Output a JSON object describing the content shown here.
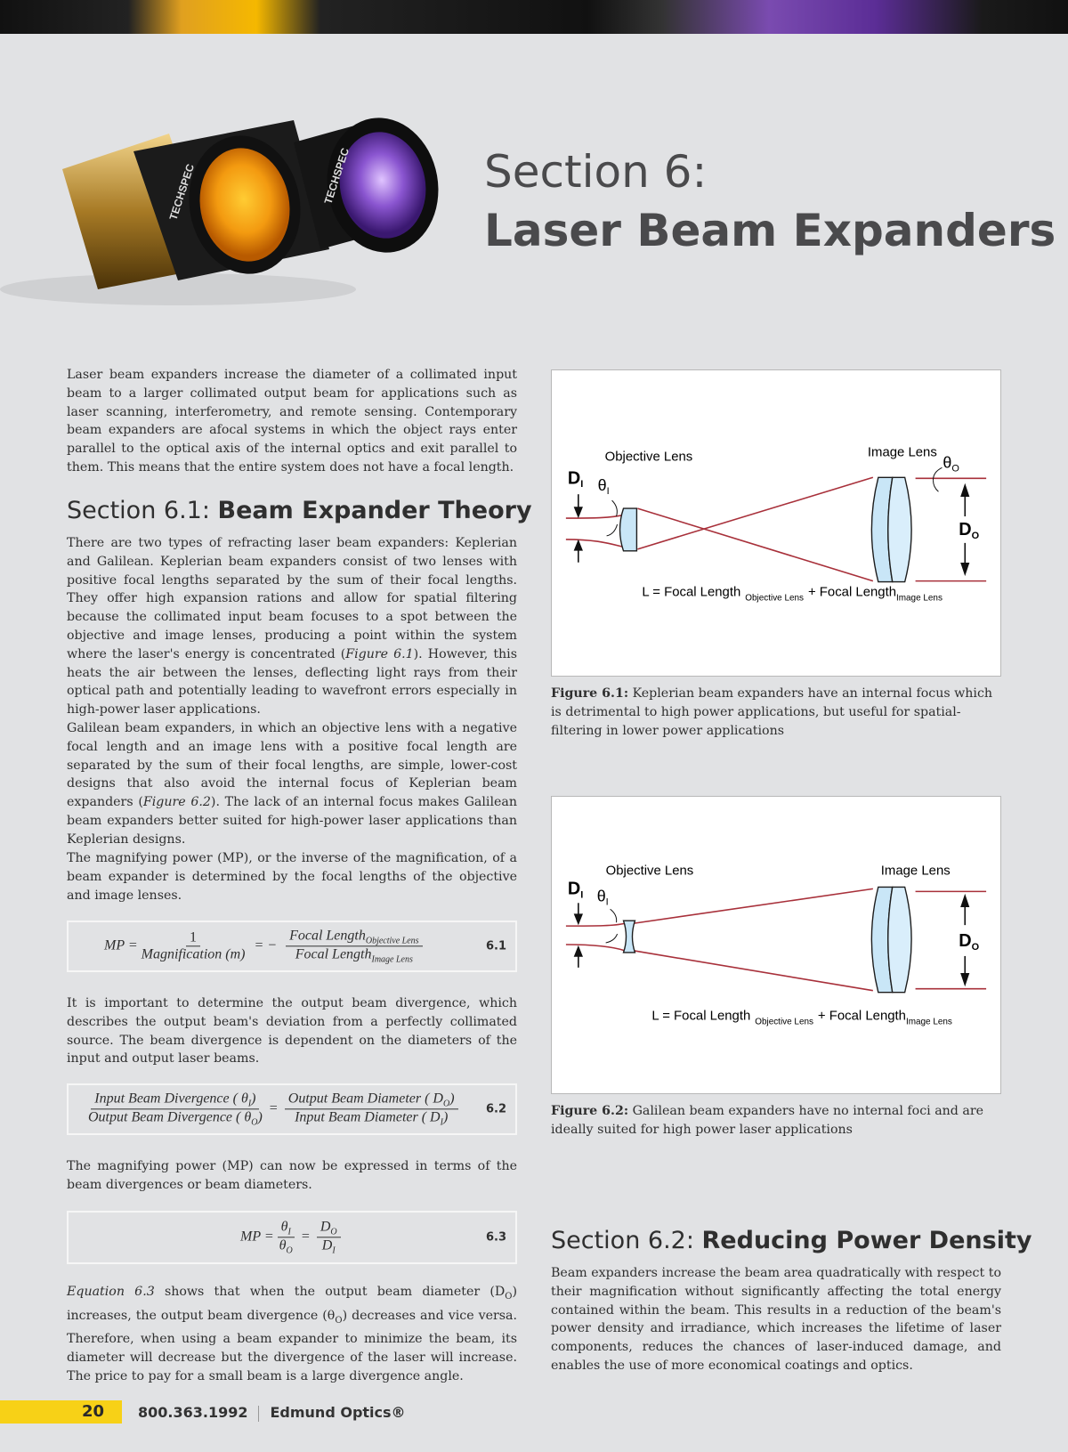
{
  "header": {
    "title_line1": "Section 6:",
    "title_line2": "Laser Beam Expanders",
    "product_brand": "TECHSPEC"
  },
  "intro": "Laser beam expanders increase the diameter of a collimated input beam to a larger collimated output beam for applications such as laser scanning, interferometry, and remote sensing. Contemporary beam expanders are afocal systems in which the object rays enter parallel to the optical axis of the internal optics and exit parallel to them. This means that the entire system does not have a focal length.",
  "section61": {
    "prefix": "Section 6.1: ",
    "title": "Beam Expander Theory"
  },
  "p2_a": "There are two types of refracting laser beam expanders: Keplerian and Galilean. Keplerian beam expanders consist of two lenses with positive focal lengths separated by the sum of their focal lengths. They offer high expansion rations and allow for spatial filtering because the collimated input beam focuses to a spot between the objective and image lenses, producing a point within the system where the laser's energy is concentrated (",
  "p2_ref": "Figure 6.1",
  "p2_b": "). However, this heats the air between the lenses, deflecting light rays from their optical path and potentially leading to wavefront errors especially in high-power laser applications.",
  "p3_a": "Galilean beam expanders, in which an objective lens with a negative focal length and an image lens with a positive focal length are separated by the sum of their focal lengths, are simple, lower-cost designs that also avoid the internal focus of Keplerian beam expanders (",
  "p3_ref": "Figure 6.2",
  "p3_b": "). The lack of an internal focus makes Galilean beam expanders better suited for high-power laser applications than Keplerian designs.",
  "p4": "The magnifying power (MP), or the inverse of the magnification, of a beam expander is determined by the focal lengths of the objective and image lenses.",
  "eq1": {
    "lhs": "MP =",
    "num1": "1",
    "den1": "Magnification (m)",
    "eq": "= −",
    "num2": "Focal Length",
    "num2_sub": "Objective Lens",
    "den2": "Focal Length",
    "den2_sub": "Image Lens",
    "no": "6.1"
  },
  "p5": "It is important to determine the output beam divergence, which describes the output beam's deviation from a perfectly collimated source. The beam divergence is dependent on the diameters of the input and output laser beams.",
  "eq2": {
    "num1": "Input Beam Divergence ( θ",
    "num1_sub": "I",
    "den1": "Output Beam Divergence ( θ",
    "den1_sub": "O",
    "eq": "=",
    "num2": "Output Beam Diameter ( D",
    "num2_sub": "O",
    "den2": "Input Beam Diameter ( D",
    "den2_sub": "I",
    "close": ")",
    "no": "6.2"
  },
  "p6": "The magnifying power (MP) can now be expressed in terms of the beam divergences or beam diameters.",
  "eq3": {
    "lhs": "MP =",
    "num1": "θ",
    "num1_sub": "I",
    "den1": "θ",
    "den1_sub": "O",
    "eq": "=",
    "num2": "D",
    "num2_sub": "O",
    "den2": "D",
    "den2_sub": "I",
    "no": "6.3"
  },
  "p7_ref": "Equation 6.3",
  "p7_a": " shows that when the output beam diameter (D",
  "p7_sub1": "O",
  "p7_b": ") increases, the output beam divergence (θ",
  "p7_sub2": "O",
  "p7_c": ") decreases and vice versa. Therefore, when using a beam expander to minimize the beam, its diameter will decrease but the divergence of the laser will increase. The price to pay for a small beam is a large divergence angle.",
  "figures": {
    "objective": "Objective Lens",
    "image": "Image Lens",
    "di": "D",
    "di_sub": "I",
    "do": "D",
    "do_sub": "O",
    "theta_i": "θ",
    "theta_i_sub": "I",
    "theta_o": "θ",
    "theta_o_sub": "O",
    "formula_a": "L = Focal Length",
    "formula_sub1": "Objective Lens",
    "formula_b": "+ Focal Length",
    "formula_sub2": "Image Lens",
    "beam_color": "#a8303a",
    "lens_color": "#c9e6f7"
  },
  "fig1_caption": {
    "label": "Figure 6.1:",
    "text": " Keplerian beam expanders have an internal focus which is detrimental to high power applications, but useful for spatial-filtering in lower power applications"
  },
  "fig2_caption": {
    "label": "Figure 6.2:",
    "text": " Galilean beam expanders have no internal foci and are ideally suited for high power laser applications"
  },
  "section62": {
    "prefix": "Section 6.2: ",
    "title": "Reducing Power Density"
  },
  "p8": "Beam expanders increase the beam area quadratically with respect to their magnification without significantly affecting the total energy contained within the beam. This results in a reduction of the beam's power density and irradiance, which increases the lifetime of laser components, reduces the chances of laser-induced damage, and enables the use of more economical coatings and optics.",
  "footer": {
    "page": "20",
    "phone": "800.363.1992",
    "brand": "Edmund Optics®"
  }
}
